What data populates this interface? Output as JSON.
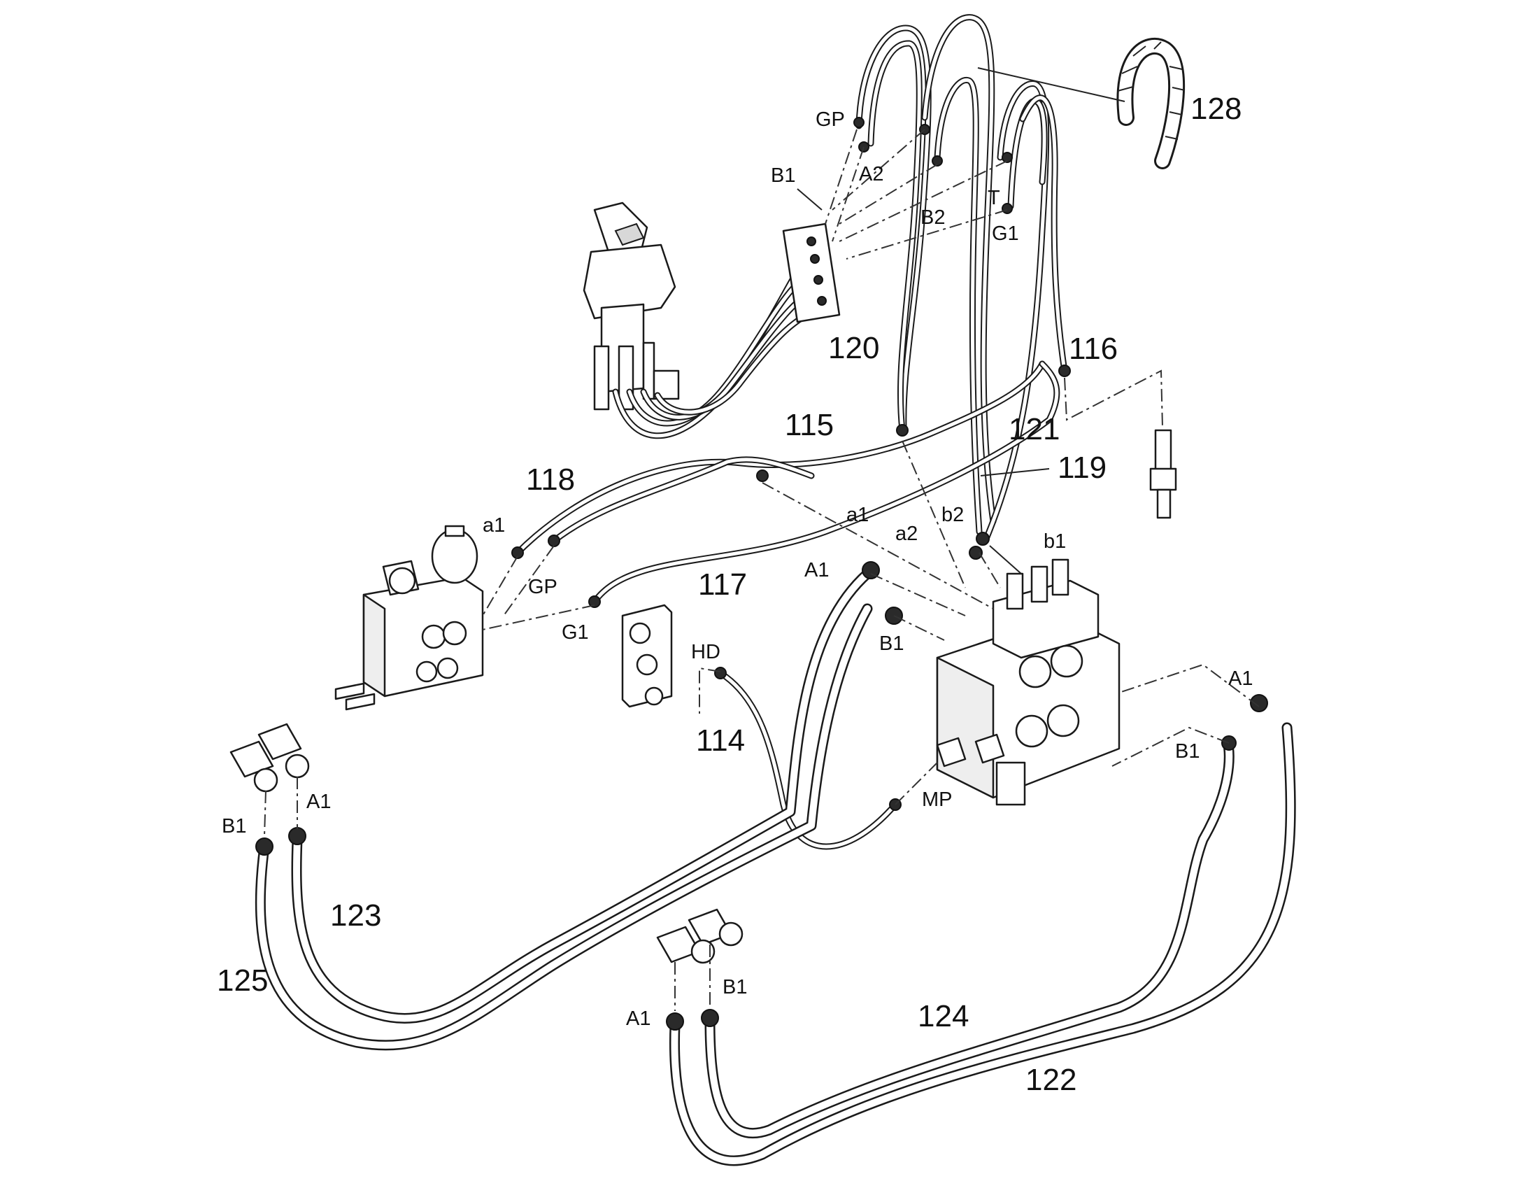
{
  "part_numbers": {
    "p114": "114",
    "p115": "115",
    "p116": "116",
    "p117": "117",
    "p118": "118",
    "p119": "119",
    "p120": "120",
    "p121": "121",
    "p122": "122",
    "p123": "123",
    "p124": "124",
    "p125": "125",
    "p128": "128"
  },
  "port_labels": {
    "gp_top": "GP",
    "b1_top": "B1",
    "a2_top": "A2",
    "b2_top": "B2",
    "t_top": "T",
    "g1_top": "G1",
    "a1_left": "a1",
    "gp_left": "GP",
    "g1_left": "G1",
    "a1_mid": "a1",
    "a2_mid": "a2",
    "b2_mid": "b2",
    "b1_mid": "b1",
    "a1_valve": "A1",
    "b1_valve": "B1",
    "hd": "HD",
    "mp": "MP",
    "a1_right": "A1",
    "b1_right": "B1",
    "b1_lower_left": "B1",
    "a1_lower_left": "A1",
    "a1_bottom": "A1",
    "b1_bottom": "B1"
  }
}
